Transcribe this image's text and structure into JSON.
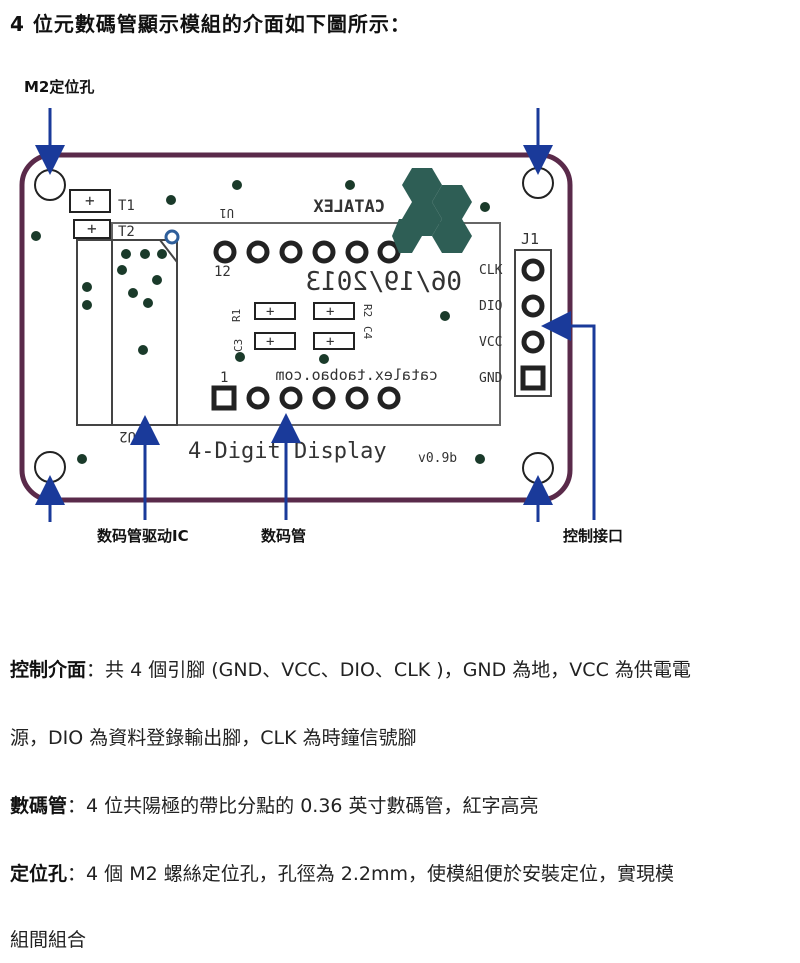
{
  "title": "4 位元數碼管顯示模組的介面如下圖所示：",
  "figure": {
    "callouts": {
      "mount_hole": "M2定位孔",
      "driver_ic": "数码管驱动IC",
      "digit_tube": "数码管",
      "control_port": "控制接口"
    },
    "board": {
      "brand": "CATALEX",
      "date": "06/19/2013",
      "url": "catalex.taobao.com",
      "name": "4-Digit Display",
      "version": "v0.9b",
      "labels": {
        "j1": "J1",
        "u2": "U2",
        "u1": "U1",
        "r1": "R1",
        "r2": "R2",
        "c3": "C3",
        "c4": "C4",
        "t1": "T1",
        "t2": "T2",
        "pin1": "1",
        "pin12": "12"
      },
      "pins": [
        "CLK",
        "DIO",
        "VCC",
        "GND"
      ]
    },
    "colors": {
      "board_outline": "#5a2a4a",
      "logo": "#2e5e55",
      "arrow": "#1a3a9a"
    }
  },
  "paragraphs": [
    {
      "label": "控制介面",
      "sep": "：",
      "text": "共 4 個引腳 (GND、VCC、DIO、CLK )，GND 為地，VCC 為供電電"
    },
    {
      "label": "",
      "sep": "",
      "text": "源，DIO 為資料登錄輸出腳，CLK 為時鐘信號腳"
    },
    {
      "label": "數碼管",
      "sep": "：",
      "text": "4 位共陽極的帶比分點的 0.36 英寸數碼管，紅字高亮"
    },
    {
      "label": "定位孔",
      "sep": "：",
      "text": "4 個 M2 螺絲定位孔，孔徑為 2.2mm，使模組便於安裝定位，實現模"
    },
    {
      "label": "",
      "sep": "",
      "text": "組間組合"
    }
  ]
}
